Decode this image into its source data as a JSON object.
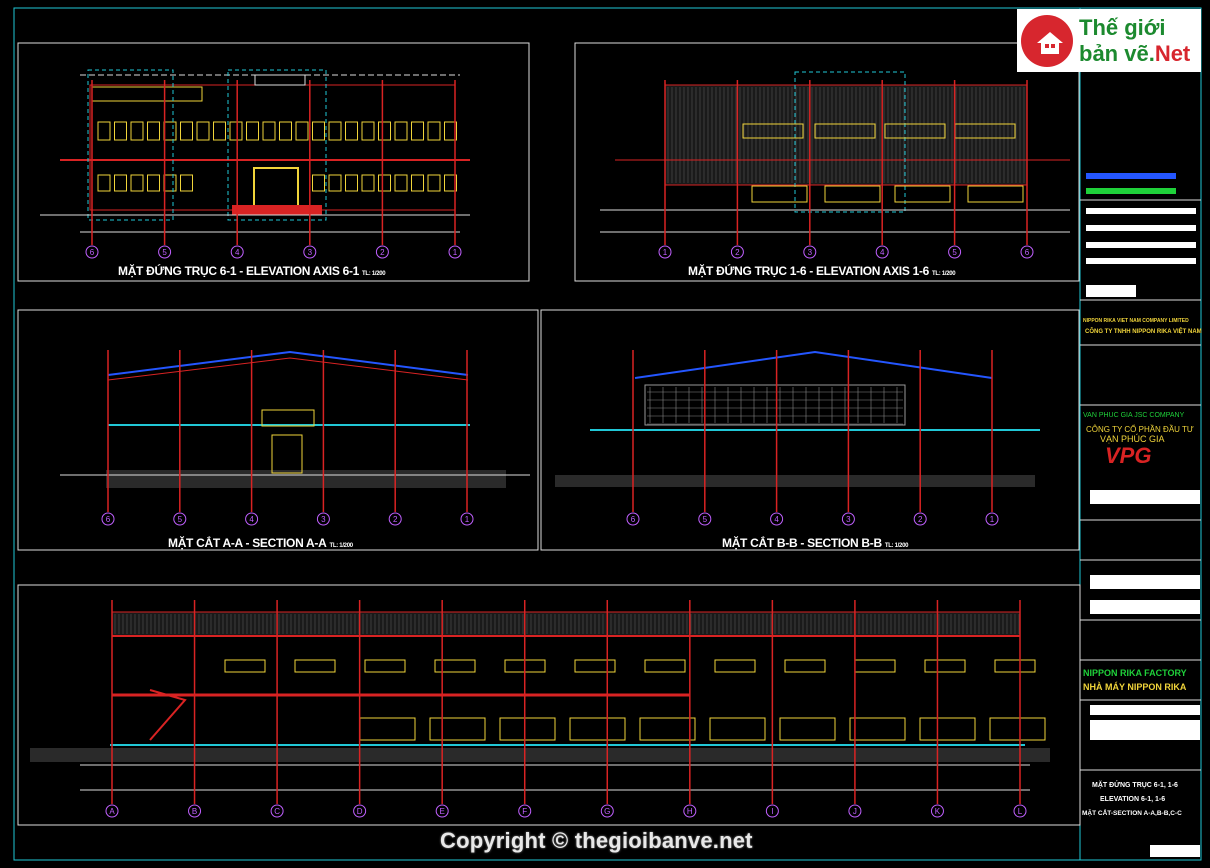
{
  "drawings": {
    "elev61": {
      "title": "MẶT ĐỨNG TRỤC 6-1 - ELEVATION AXIS 6-1",
      "scale": "TL: 1/200",
      "axes": [
        "6",
        "5",
        "4",
        "3",
        "2",
        "1"
      ]
    },
    "elev16": {
      "title": "MẶT ĐỨNG TRỤC 1-6 - ELEVATION AXIS 1-6",
      "scale": "TL: 1/200",
      "axes": [
        "1",
        "2",
        "3",
        "4",
        "5",
        "6"
      ]
    },
    "secAA": {
      "title": "MẶT CẮT A-A - SECTION A-A",
      "scale": "TL: 1/200",
      "axes": [
        "6",
        "5",
        "4",
        "3",
        "2",
        "1"
      ]
    },
    "secBB": {
      "title": "MẶT CẮT B-B - SECTION B-B",
      "scale": "TL: 1/200",
      "axes": [
        "6",
        "5",
        "4",
        "3",
        "2",
        "1"
      ]
    },
    "secCC": {
      "axes": [
        "A",
        "B",
        "C",
        "D",
        "E",
        "F",
        "G",
        "H",
        "I",
        "J",
        "K",
        "L"
      ]
    }
  },
  "title_block": {
    "owner_en": "NIPPON RIKA VIET NAM COMPANY LIMITED",
    "owner_vn": "CÔNG TY TNHH NIPPON RIKA VIỆT NAM",
    "consultant_en": "VAN PHUC GIA JSC COMPANY",
    "consultant_vn1": "CÔNG TY CỔ PHẦN ĐẦU TƯ",
    "consultant_vn2": "VẠN PHÚC GIA",
    "logo_text": "VPG",
    "project_en": "NIPPON RIKA FACTORY",
    "project_vn": "NHÀ MÁY NIPPON RIKA",
    "sheet1": "MẶT ĐỨNG TRỤC 6-1, 1-6",
    "sheet2": "ELEVATION 6-1, 1-6",
    "sheet3": "MẶT CẮT-SECTION A-A,B-B,C-C"
  },
  "brand": {
    "line1": "Thế giới",
    "line2a": "bản vẽ.",
    "line2b": "Net"
  },
  "copyright": "Copyright © thegioibanve.net",
  "colors": {
    "bg": "#000000",
    "frame": "#21c7d6",
    "red": "#d92323",
    "yellow": "#f0d43a",
    "green": "#1fd13a",
    "blue": "#2456ff"
  }
}
